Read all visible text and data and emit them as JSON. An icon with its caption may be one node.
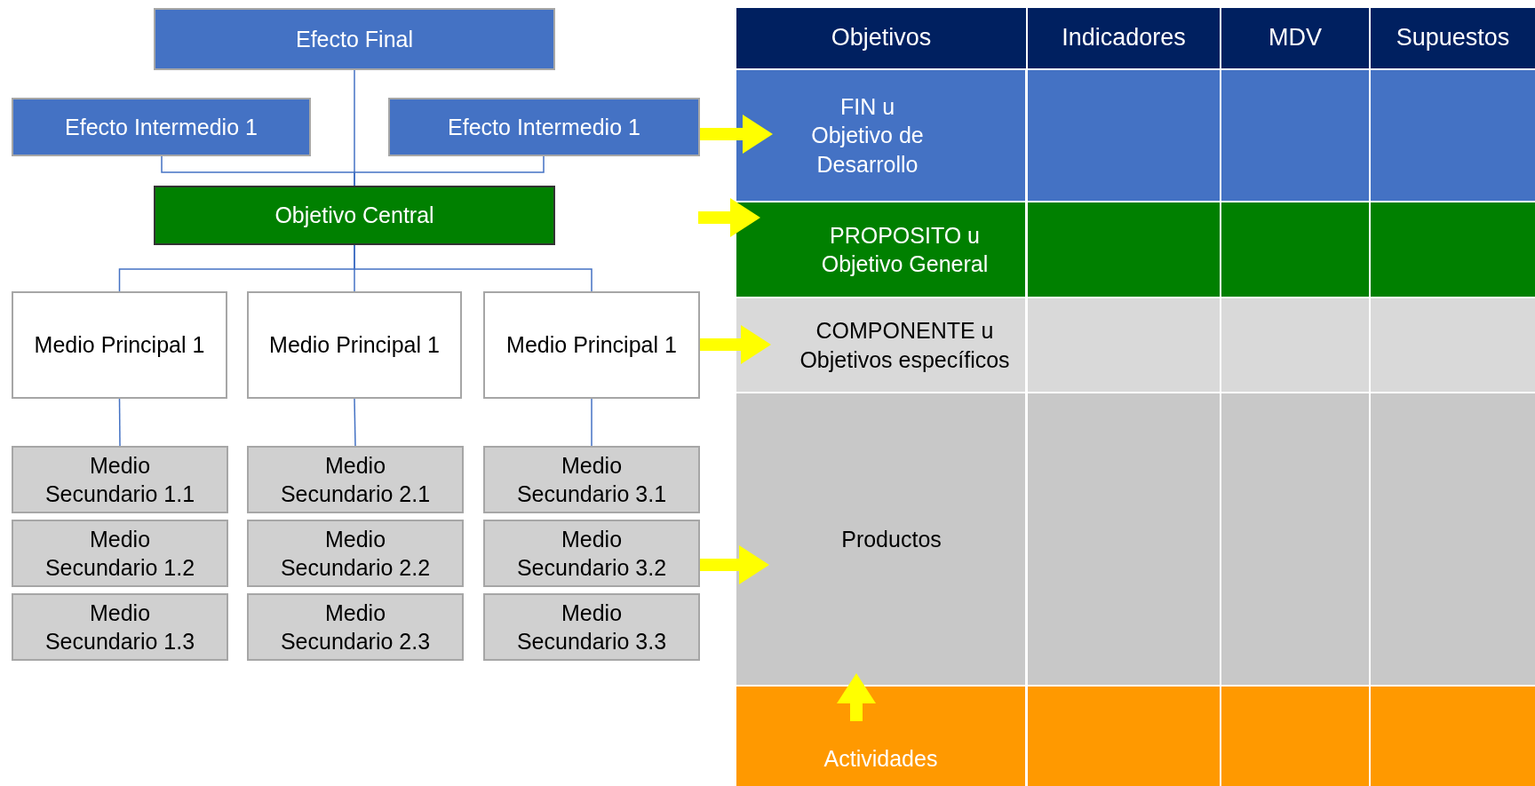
{
  "diagram": {
    "nodes": [
      {
        "text": [
          "Efecto Final"
        ]
      },
      {
        "text": [
          "Efecto Intermedio 1"
        ]
      },
      {
        "text": [
          "Efecto Intermedio 1"
        ]
      },
      {
        "text": [
          "Objetivo Central"
        ]
      },
      {
        "text": [
          "Medio Principal 1"
        ]
      },
      {
        "text": [
          "Medio Principal 1"
        ]
      },
      {
        "text": [
          "Medio Principal 1"
        ]
      },
      {
        "text": [
          "Medio Secundario 1.1"
        ]
      },
      {
        "text": [
          "Medio Secundario 2.1"
        ]
      },
      {
        "text": [
          "Medio Secundario 3.1"
        ]
      },
      {
        "text": [
          "Medio Secundario 1.2"
        ]
      },
      {
        "text": [
          "Medio Secundario 2.2"
        ]
      },
      {
        "text": [
          "Medio Secundario 3.2"
        ]
      },
      {
        "text": [
          "Medio Secundario 1.3"
        ]
      },
      {
        "text": [
          "Medio Secundario 2.3"
        ]
      },
      {
        "text": [
          "Medio Secundario 3.3"
        ]
      },
      {
        "text": [
          "FIN u Objetivo de Desarrollo"
        ]
      },
      {
        "text": [
          "PROPOSITO u Objetivo General"
        ]
      },
      {
        "text": [
          "COMPONENTE u Objetivos específicos"
        ]
      },
      {
        "text": [
          "Productos"
        ]
      },
      {
        "text": [
          "Actividades"
        ]
      }
    ],
    "edges": [
      {
        "from": 3,
        "to": 0,
        "arrow": "none"
      },
      {
        "from": 3,
        "to": 1,
        "arrow": "none"
      },
      {
        "from": 3,
        "to": 2,
        "arrow": "none"
      },
      {
        "from": 3,
        "to": 4,
        "arrow": "none"
      },
      {
        "from": 3,
        "to": 5,
        "arrow": "none"
      },
      {
        "from": 3,
        "to": 6,
        "arrow": "none"
      },
      {
        "from": 4,
        "to": 7,
        "arrow": "none"
      },
      {
        "from": 5,
        "to": 8,
        "arrow": "none"
      },
      {
        "from": 6,
        "to": 9,
        "arrow": "none"
      },
      {
        "from": 2,
        "to": 16,
        "arrow": "to",
        "style": "thick",
        "color": "#ffff00"
      },
      {
        "from": null,
        "to": 17,
        "arrow": "to",
        "style": "thick",
        "color": "#ffff00"
      },
      {
        "from": 6,
        "to": 18,
        "arrow": "to",
        "style": "thick",
        "color": "#ffff00"
      },
      {
        "from": 12,
        "to": 19,
        "arrow": "to",
        "style": "thick",
        "color": "#ffff00"
      },
      {
        "from": 20,
        "to": 19,
        "arrow": "to",
        "style": "thick",
        "color": "#ffff00"
      }
    ],
    "labels": [
      "Objetivos",
      "Indicadores",
      "MDV",
      "Supuestos"
    ]
  }
}
